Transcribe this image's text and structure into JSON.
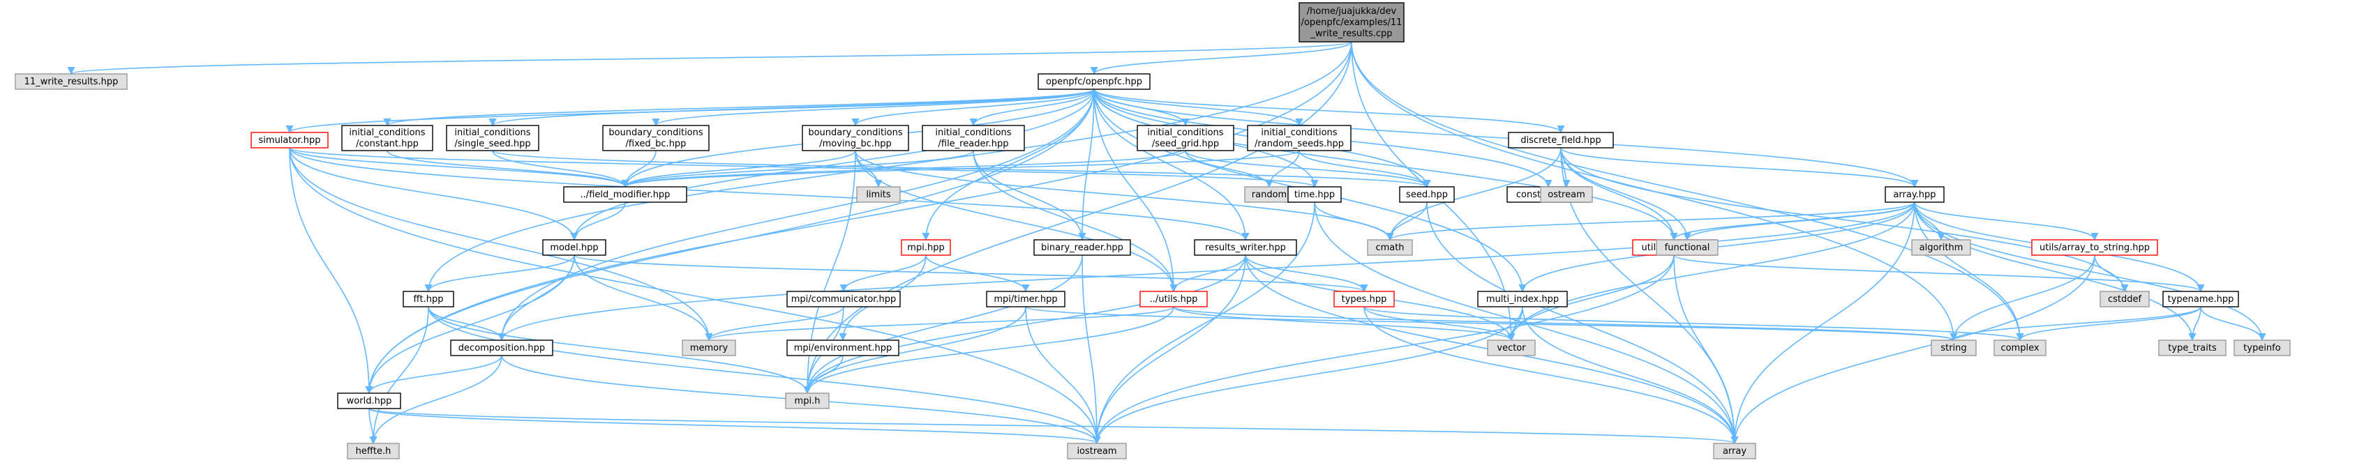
{
  "colors": {
    "edge": "#63b8ff",
    "root_fill": "#999999",
    "default_fill": "#ffffff",
    "default_stroke": "#000000",
    "system_fill": "#e0e0e0",
    "system_stroke": "#999999",
    "truncated_stroke": "#ff0000"
  },
  "nodes": [
    {
      "id": "root",
      "lines": [
        "/home/juajukka/dev",
        "/openpfc/examples/11",
        "_write_results.cpp"
      ],
      "kind": "root"
    },
    {
      "id": "write_results_hpp",
      "lines": [
        "11_write_results.hpp"
      ],
      "kind": "system"
    },
    {
      "id": "openpfc_hpp",
      "lines": [
        "openpfc/openpfc.hpp"
      ],
      "kind": "default"
    },
    {
      "id": "simulator_hpp",
      "lines": [
        "simulator.hpp"
      ],
      "kind": "truncated"
    },
    {
      "id": "ic_constant",
      "lines": [
        "initial_conditions",
        "/constant.hpp"
      ],
      "kind": "default"
    },
    {
      "id": "ic_single_seed",
      "lines": [
        "initial_conditions",
        "/single_seed.hpp"
      ],
      "kind": "default"
    },
    {
      "id": "bc_fixed",
      "lines": [
        "boundary_conditions",
        "/fixed_bc.hpp"
      ],
      "kind": "default"
    },
    {
      "id": "bc_moving",
      "lines": [
        "boundary_conditions",
        "/moving_bc.hpp"
      ],
      "kind": "default"
    },
    {
      "id": "ic_file_reader",
      "lines": [
        "initial_conditions",
        "/file_reader.hpp"
      ],
      "kind": "default"
    },
    {
      "id": "ic_seed_grid",
      "lines": [
        "initial_conditions",
        "/seed_grid.hpp"
      ],
      "kind": "default"
    },
    {
      "id": "ic_random_seeds",
      "lines": [
        "initial_conditions",
        "/random_seeds.hpp"
      ],
      "kind": "default"
    },
    {
      "id": "discrete_field",
      "lines": [
        "discrete_field.hpp"
      ],
      "kind": "default"
    },
    {
      "id": "field_modifier",
      "lines": [
        "../field_modifier.hpp"
      ],
      "kind": "default"
    },
    {
      "id": "limits",
      "lines": [
        "limits"
      ],
      "kind": "system"
    },
    {
      "id": "random",
      "lines": [
        "random"
      ],
      "kind": "system"
    },
    {
      "id": "time_hpp",
      "lines": [
        "time.hpp"
      ],
      "kind": "default"
    },
    {
      "id": "seed_hpp",
      "lines": [
        "seed.hpp"
      ],
      "kind": "default"
    },
    {
      "id": "constants_hpp",
      "lines": [
        "constants.hpp"
      ],
      "kind": "default"
    },
    {
      "id": "ostream",
      "lines": [
        "ostream"
      ],
      "kind": "system"
    },
    {
      "id": "array_hpp",
      "lines": [
        "array.hpp"
      ],
      "kind": "default"
    },
    {
      "id": "model_hpp",
      "lines": [
        "model.hpp"
      ],
      "kind": "default"
    },
    {
      "id": "mpi_hpp",
      "lines": [
        "mpi.hpp"
      ],
      "kind": "truncated"
    },
    {
      "id": "binary_reader",
      "lines": [
        "binary_reader.hpp"
      ],
      "kind": "default"
    },
    {
      "id": "results_writer",
      "lines": [
        "results_writer.hpp"
      ],
      "kind": "default"
    },
    {
      "id": "cmath",
      "lines": [
        "cmath"
      ],
      "kind": "system"
    },
    {
      "id": "utils_show",
      "lines": [
        "utils/show.hpp"
      ],
      "kind": "truncated"
    },
    {
      "id": "functional",
      "lines": [
        "functional"
      ],
      "kind": "system"
    },
    {
      "id": "algorithm",
      "lines": [
        "algorithm"
      ],
      "kind": "system"
    },
    {
      "id": "utils_array_to_string",
      "lines": [
        "utils/array_to_string.hpp"
      ],
      "kind": "truncated"
    },
    {
      "id": "fft_hpp",
      "lines": [
        "fft.hpp"
      ],
      "kind": "default"
    },
    {
      "id": "mpi_communicator",
      "lines": [
        "mpi/communicator.hpp"
      ],
      "kind": "default"
    },
    {
      "id": "mpi_timer",
      "lines": [
        "mpi/timer.hpp"
      ],
      "kind": "default"
    },
    {
      "id": "utils_hpp",
      "lines": [
        "../utils.hpp"
      ],
      "kind": "truncated"
    },
    {
      "id": "types_hpp",
      "lines": [
        "types.hpp"
      ],
      "kind": "truncated"
    },
    {
      "id": "multi_index",
      "lines": [
        "multi_index.hpp"
      ],
      "kind": "default"
    },
    {
      "id": "cstddef",
      "lines": [
        "cstddef"
      ],
      "kind": "system"
    },
    {
      "id": "typename_hpp",
      "lines": [
        "typename.hpp"
      ],
      "kind": "default"
    },
    {
      "id": "decomposition",
      "lines": [
        "decomposition.hpp"
      ],
      "kind": "default"
    },
    {
      "id": "memory",
      "lines": [
        "memory"
      ],
      "kind": "system"
    },
    {
      "id": "mpi_environment",
      "lines": [
        "mpi/environment.hpp"
      ],
      "kind": "default"
    },
    {
      "id": "vector",
      "lines": [
        "vector"
      ],
      "kind": "system"
    },
    {
      "id": "string",
      "lines": [
        "string"
      ],
      "kind": "system"
    },
    {
      "id": "complex",
      "lines": [
        "complex"
      ],
      "kind": "system"
    },
    {
      "id": "type_traits",
      "lines": [
        "type_traits"
      ],
      "kind": "system"
    },
    {
      "id": "typeinfo",
      "lines": [
        "typeinfo"
      ],
      "kind": "system"
    },
    {
      "id": "world_hpp",
      "lines": [
        "world.hpp"
      ],
      "kind": "default"
    },
    {
      "id": "mpi_h",
      "lines": [
        "mpi.h"
      ],
      "kind": "system"
    },
    {
      "id": "heffte_h",
      "lines": [
        "heffte.h"
      ],
      "kind": "system"
    },
    {
      "id": "iostream",
      "lines": [
        "iostream"
      ],
      "kind": "system"
    },
    {
      "id": "array",
      "lines": [
        "array"
      ],
      "kind": "system"
    }
  ],
  "edges": [
    [
      "root",
      "write_results_hpp"
    ],
    [
      "root",
      "openpfc_hpp"
    ],
    [
      "root",
      "vector"
    ],
    [
      "root",
      "complex"
    ],
    [
      "root",
      "string"
    ],
    [
      "root",
      "world_hpp"
    ],
    [
      "root",
      "fft_hpp"
    ],
    [
      "root",
      "mpi_h"
    ],
    [
      "openpfc_hpp",
      "simulator_hpp"
    ],
    [
      "openpfc_hpp",
      "ic_constant"
    ],
    [
      "openpfc_hpp",
      "ic_single_seed"
    ],
    [
      "openpfc_hpp",
      "bc_fixed"
    ],
    [
      "openpfc_hpp",
      "bc_moving"
    ],
    [
      "openpfc_hpp",
      "ic_file_reader"
    ],
    [
      "openpfc_hpp",
      "ic_seed_grid"
    ],
    [
      "openpfc_hpp",
      "ic_random_seeds"
    ],
    [
      "openpfc_hpp",
      "discrete_field"
    ],
    [
      "openpfc_hpp",
      "array_hpp"
    ],
    [
      "openpfc_hpp",
      "constants_hpp"
    ],
    [
      "openpfc_hpp",
      "seed_hpp"
    ],
    [
      "openpfc_hpp",
      "time_hpp"
    ],
    [
      "openpfc_hpp",
      "utils_show"
    ],
    [
      "openpfc_hpp",
      "multi_index"
    ],
    [
      "openpfc_hpp",
      "results_writer"
    ],
    [
      "openpfc_hpp",
      "binary_reader"
    ],
    [
      "openpfc_hpp",
      "mpi_hpp"
    ],
    [
      "openpfc_hpp",
      "model_hpp"
    ],
    [
      "openpfc_hpp",
      "field_modifier"
    ],
    [
      "openpfc_hpp",
      "decomposition"
    ],
    [
      "openpfc_hpp",
      "utils_hpp"
    ],
    [
      "openpfc_hpp",
      "world_hpp"
    ],
    [
      "simulator_hpp",
      "field_modifier"
    ],
    [
      "simulator_hpp",
      "model_hpp"
    ],
    [
      "simulator_hpp",
      "time_hpp"
    ],
    [
      "simulator_hpp",
      "results_writer"
    ],
    [
      "simulator_hpp",
      "world_hpp"
    ],
    [
      "simulator_hpp",
      "memory"
    ],
    [
      "simulator_hpp",
      "iostream"
    ],
    [
      "ic_constant",
      "field_modifier"
    ],
    [
      "ic_single_seed",
      "field_modifier"
    ],
    [
      "ic_single_seed",
      "seed_hpp"
    ],
    [
      "bc_fixed",
      "field_modifier"
    ],
    [
      "bc_moving",
      "field_modifier"
    ],
    [
      "bc_moving",
      "limits"
    ],
    [
      "bc_moving",
      "utils_hpp"
    ],
    [
      "bc_moving",
      "cmath"
    ],
    [
      "bc_moving",
      "mpi_h"
    ],
    [
      "ic_file_reader",
      "field_modifier"
    ],
    [
      "ic_file_reader",
      "binary_reader"
    ],
    [
      "ic_file_reader",
      "utils_hpp"
    ],
    [
      "ic_seed_grid",
      "field_modifier"
    ],
    [
      "ic_seed_grid",
      "random"
    ],
    [
      "ic_seed_grid",
      "seed_hpp"
    ],
    [
      "ic_random_seeds",
      "field_modifier"
    ],
    [
      "ic_random_seeds",
      "random"
    ],
    [
      "ic_random_seeds",
      "seed_hpp"
    ],
    [
      "field_modifier",
      "model_hpp"
    ],
    [
      "discrete_field",
      "array_hpp"
    ],
    [
      "discrete_field",
      "ostream"
    ],
    [
      "discrete_field",
      "functional"
    ],
    [
      "discrete_field",
      "cmath"
    ],
    [
      "discrete_field",
      "utils_show"
    ],
    [
      "discrete_field",
      "array"
    ],
    [
      "discrete_field",
      "cstddef"
    ],
    [
      "array_hpp",
      "algorithm"
    ],
    [
      "array_hpp",
      "functional"
    ],
    [
      "array_hpp",
      "cmath"
    ],
    [
      "array_hpp",
      "utils_show"
    ],
    [
      "array_hpp",
      "utils_array_to_string"
    ],
    [
      "array_hpp",
      "multi_index"
    ],
    [
      "array_hpp",
      "typename_hpp"
    ],
    [
      "array_hpp",
      "decomposition"
    ],
    [
      "array_hpp",
      "vector"
    ],
    [
      "array_hpp",
      "complex"
    ],
    [
      "array_hpp",
      "type_traits"
    ],
    [
      "array_hpp",
      "typeinfo"
    ],
    [
      "array_hpp",
      "array"
    ],
    [
      "time_hpp",
      "cmath"
    ],
    [
      "time_hpp",
      "iostream"
    ],
    [
      "time_hpp",
      "array"
    ],
    [
      "seed_hpp",
      "cmath"
    ],
    [
      "seed_hpp",
      "array"
    ],
    [
      "model_hpp",
      "fft_hpp"
    ],
    [
      "model_hpp",
      "decomposition"
    ],
    [
      "model_hpp",
      "world_hpp"
    ],
    [
      "model_hpp",
      "memory"
    ],
    [
      "model_hpp",
      "types_hpp"
    ],
    [
      "mpi_hpp",
      "mpi_communicator"
    ],
    [
      "mpi_hpp",
      "mpi_environment"
    ],
    [
      "mpi_hpp",
      "mpi_timer"
    ],
    [
      "binary_reader",
      "mpi_h"
    ],
    [
      "binary_reader",
      "iostream"
    ],
    [
      "results_writer",
      "utils_hpp"
    ],
    [
      "results_writer",
      "types_hpp"
    ],
    [
      "results_writer",
      "iostream"
    ],
    [
      "results_writer",
      "mpi_h"
    ],
    [
      "results_writer",
      "vector"
    ],
    [
      "results_writer",
      "array"
    ],
    [
      "utils_show",
      "typename_hpp"
    ],
    [
      "utils_show",
      "vector"
    ],
    [
      "utils_show",
      "iostream"
    ],
    [
      "utils_show",
      "array"
    ],
    [
      "utils_array_to_string",
      "cstddef"
    ],
    [
      "utils_array_to_string",
      "string"
    ],
    [
      "utils_array_to_string",
      "array"
    ],
    [
      "fft_hpp",
      "decomposition"
    ],
    [
      "fft_hpp",
      "heffte_h"
    ],
    [
      "fft_hpp",
      "iostream"
    ],
    [
      "fft_hpp",
      "mpi_h"
    ],
    [
      "mpi_communicator",
      "memory"
    ],
    [
      "mpi_communicator",
      "mpi_h"
    ],
    [
      "mpi_timer",
      "iostream"
    ],
    [
      "mpi_timer",
      "mpi_h"
    ],
    [
      "mpi_timer",
      "string"
    ],
    [
      "utils_hpp",
      "memory"
    ],
    [
      "utils_hpp",
      "string"
    ],
    [
      "utils_hpp",
      "vector"
    ],
    [
      "utils_hpp",
      "mpi_h"
    ],
    [
      "types_hpp",
      "array"
    ],
    [
      "types_hpp",
      "complex"
    ],
    [
      "types_hpp",
      "vector"
    ],
    [
      "multi_index",
      "iostream"
    ],
    [
      "multi_index",
      "array"
    ],
    [
      "multi_index",
      "vector"
    ],
    [
      "typename_hpp",
      "complex"
    ],
    [
      "typename_hpp",
      "string"
    ],
    [
      "typename_hpp",
      "type_traits"
    ],
    [
      "typename_hpp",
      "typeinfo"
    ],
    [
      "decomposition",
      "world_hpp"
    ],
    [
      "decomposition",
      "heffte_h"
    ],
    [
      "decomposition",
      "iostream"
    ],
    [
      "mpi_environment",
      "mpi_h"
    ],
    [
      "world_hpp",
      "array"
    ],
    [
      "world_hpp",
      "heffte_h"
    ],
    [
      "world_hpp",
      "iostream"
    ]
  ]
}
